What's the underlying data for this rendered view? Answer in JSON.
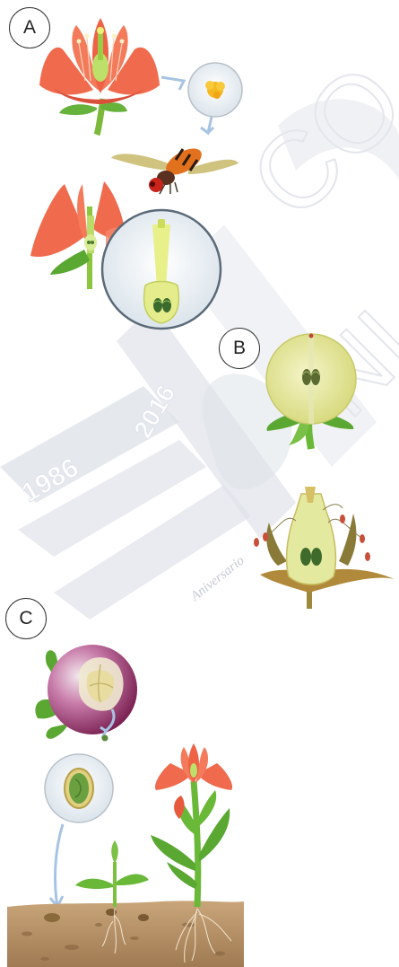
{
  "stages": [
    {
      "id": "A",
      "label": "A"
    },
    {
      "id": "B",
      "label": "B"
    },
    {
      "id": "C",
      "label": "C"
    }
  ],
  "watermark": {
    "year_start": "1986",
    "year_end": "2016",
    "text": "Aniversario",
    "partial_word_1": "CO",
    "partial_word_2": "NI"
  },
  "colors": {
    "petal": "#f0684a",
    "petal_dark": "#d94a33",
    "stem": "#8cc63f",
    "leaf": "#5aa832",
    "fruit": "#e4e79a",
    "turnip": "#a0336e",
    "soil": "#b08a5e",
    "watermark": "#d5d9e2",
    "arrow": "#a8c4e4"
  }
}
